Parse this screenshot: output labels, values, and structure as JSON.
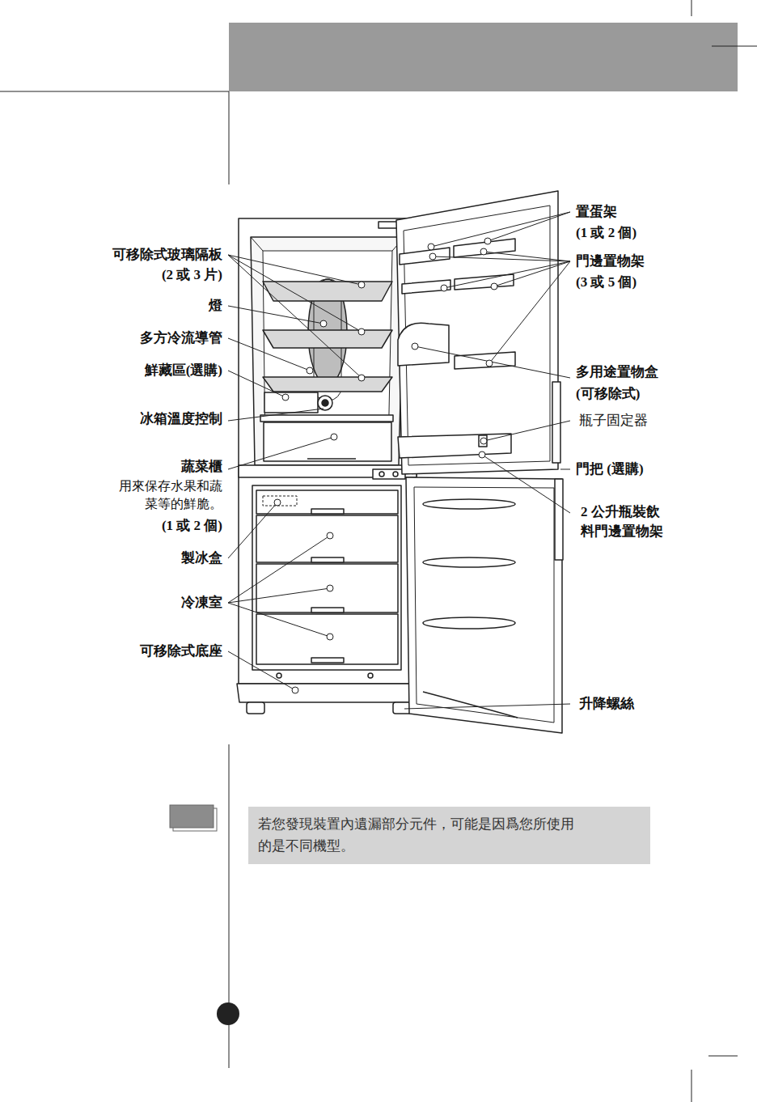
{
  "diagram": {
    "nodes": [
      {
        "text": [
          "若您發現裝置內遺漏部分元件，可能是因爲您所使用 的是不同機型。"
        ]
      }
    ],
    "labels": [
      "可移除式玻璃隔板",
      "(2 或 3 片)",
      "燈",
      "多方冷流導管",
      "鮮藏區(選購)",
      "冰箱溫度控制",
      "蔬菜櫃",
      "用來保存水果和蔬 菜等的鮮脆。",
      "(1 或 2 個)",
      "製冰盒",
      "冷凍室",
      "可移除式底座",
      "置蛋架",
      "(1 或 2 個)",
      "門邊置物架",
      "(3 或 5 個)",
      "多用途置物盒",
      "(可移除式)",
      "瓶子固定器",
      "門把 (選購)",
      "2 公升瓶裝飲 料門邊置物架",
      "升降螺絲"
    ]
  }
}
